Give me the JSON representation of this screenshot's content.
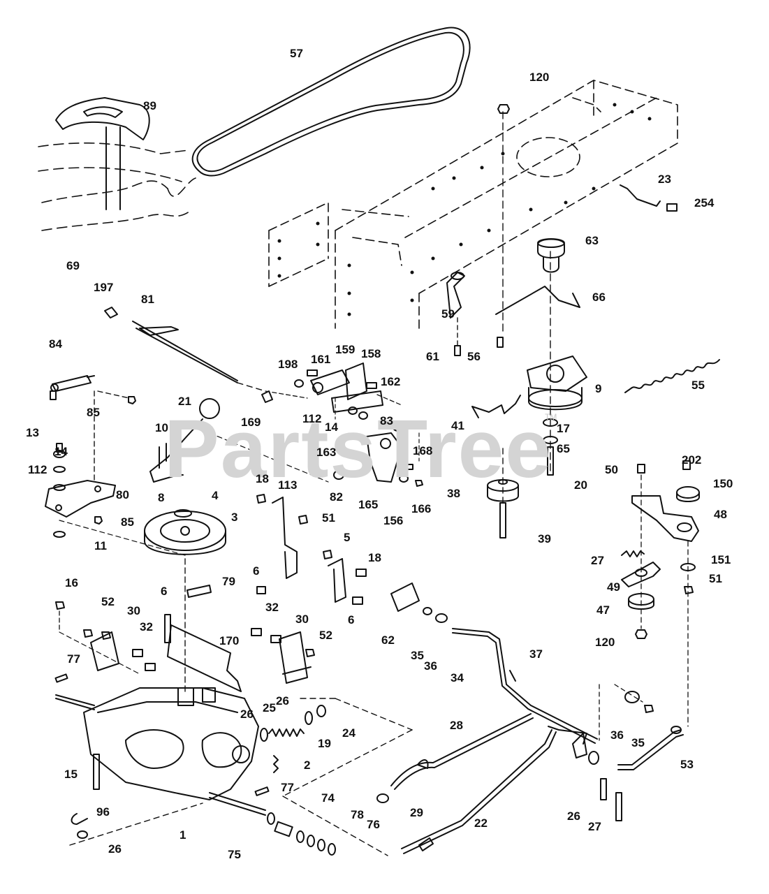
{
  "watermark": {
    "text": "PartsTree",
    "tm": "TM"
  },
  "part_numbers": [
    "57",
    "89",
    "120",
    "23",
    "254",
    "63",
    "66",
    "69",
    "197",
    "81",
    "59",
    "61",
    "56",
    "84",
    "159",
    "158",
    "198",
    "161",
    "162",
    "9",
    "55",
    "85",
    "169",
    "21",
    "112",
    "14",
    "83",
    "163",
    "168",
    "17",
    "13",
    "10",
    "41",
    "65",
    "20",
    "82",
    "166",
    "165",
    "156",
    "38",
    "80",
    "8",
    "18",
    "113",
    "51",
    "4",
    "3",
    "11",
    "5",
    "6",
    "39",
    "16",
    "79",
    "52",
    "30",
    "32",
    "170",
    "62",
    "35",
    "36",
    "34",
    "37",
    "77",
    "26",
    "25",
    "24",
    "19",
    "28",
    "2",
    "15",
    "29",
    "22",
    "96",
    "74",
    "78",
    "76",
    "75",
    "1",
    "53",
    "27",
    "50",
    "202",
    "150",
    "48",
    "151",
    "49",
    "47"
  ],
  "callouts": [
    {
      "n": "57"
    },
    {
      "n": "89"
    },
    {
      "n": "120"
    },
    {
      "n": "23"
    },
    {
      "n": "254"
    },
    {
      "n": "63"
    },
    {
      "n": "66"
    },
    {
      "n": "69"
    },
    {
      "n": "197"
    },
    {
      "n": "81"
    },
    {
      "n": "59"
    },
    {
      "n": "61"
    },
    {
      "n": "56"
    },
    {
      "n": "84"
    },
    {
      "n": "159"
    },
    {
      "n": "158"
    },
    {
      "n": "198"
    },
    {
      "n": "161"
    },
    {
      "n": "162"
    },
    {
      "n": "9"
    },
    {
      "n": "55"
    },
    {
      "n": "85"
    },
    {
      "n": "169"
    },
    {
      "n": "21"
    },
    {
      "n": "112"
    },
    {
      "n": "14"
    },
    {
      "n": "83"
    },
    {
      "n": "163"
    },
    {
      "n": "168"
    },
    {
      "n": "17"
    },
    {
      "n": "13"
    },
    {
      "n": "10"
    },
    {
      "n": "14"
    },
    {
      "n": "41"
    },
    {
      "n": "65"
    },
    {
      "n": "112"
    },
    {
      "n": "20"
    },
    {
      "n": "82"
    },
    {
      "n": "166"
    },
    {
      "n": "165"
    },
    {
      "n": "156"
    },
    {
      "n": "38"
    },
    {
      "n": "80"
    },
    {
      "n": "8"
    },
    {
      "n": "18"
    },
    {
      "n": "113"
    },
    {
      "n": "51"
    },
    {
      "n": "4"
    },
    {
      "n": "3"
    },
    {
      "n": "85"
    },
    {
      "n": "11"
    },
    {
      "n": "5"
    },
    {
      "n": "18"
    },
    {
      "n": "6"
    },
    {
      "n": "39"
    },
    {
      "n": "16"
    },
    {
      "n": "79"
    },
    {
      "n": "52"
    },
    {
      "n": "30"
    },
    {
      "n": "6"
    },
    {
      "n": "32"
    },
    {
      "n": "32"
    },
    {
      "n": "30"
    },
    {
      "n": "170"
    },
    {
      "n": "52"
    },
    {
      "n": "6"
    },
    {
      "n": "62"
    },
    {
      "n": "35"
    },
    {
      "n": "36"
    },
    {
      "n": "34"
    },
    {
      "n": "37"
    },
    {
      "n": "77"
    },
    {
      "n": "26"
    },
    {
      "n": "25"
    },
    {
      "n": "24"
    },
    {
      "n": "19"
    },
    {
      "n": "28"
    },
    {
      "n": "26"
    },
    {
      "n": "2"
    },
    {
      "n": "15"
    },
    {
      "n": "77"
    },
    {
      "n": "29"
    },
    {
      "n": "22"
    },
    {
      "n": "96"
    },
    {
      "n": "74"
    },
    {
      "n": "78"
    },
    {
      "n": "76"
    },
    {
      "n": "26"
    },
    {
      "n": "75"
    },
    {
      "n": "1"
    },
    {
      "n": "36"
    },
    {
      "n": "35"
    },
    {
      "n": "53"
    },
    {
      "n": "26"
    },
    {
      "n": "27"
    },
    {
      "n": "50"
    },
    {
      "n": "202"
    },
    {
      "n": "150"
    },
    {
      "n": "48"
    },
    {
      "n": "27"
    },
    {
      "n": "151"
    },
    {
      "n": "51"
    },
    {
      "n": "49"
    },
    {
      "n": "47"
    },
    {
      "n": "120"
    }
  ]
}
